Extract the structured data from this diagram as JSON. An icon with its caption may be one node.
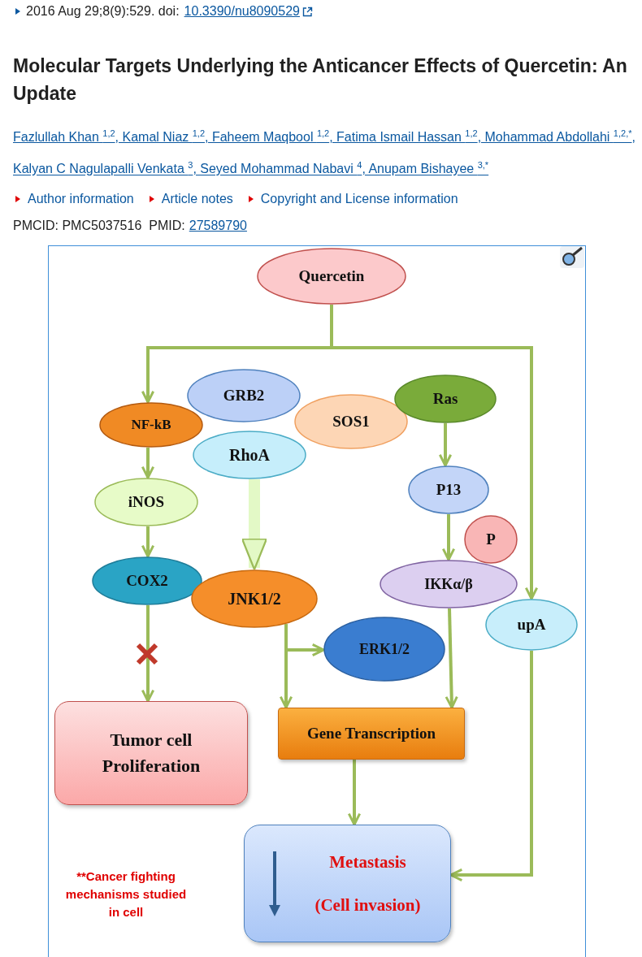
{
  "diagram": {
    "title": "Molecular Targets Underlying the Anticancer Effects of Quercetin: An Update",
    "nodes": [
      {
        "text": [
          "Quercetin"
        ]
      },
      {
        "text": [
          "GRB2"
        ]
      },
      {
        "text": [
          "NF-kB"
        ]
      },
      {
        "text": [
          "SOS1"
        ]
      },
      {
        "text": [
          "Ras"
        ]
      },
      {
        "text": [
          "RhoA"
        ]
      },
      {
        "text": [
          "iNOS"
        ]
      },
      {
        "text": [
          "P13"
        ]
      },
      {
        "text": [
          "P"
        ]
      },
      {
        "text": [
          "COX2"
        ]
      },
      {
        "text": [
          "JNK1/2"
        ]
      },
      {
        "text": [
          "IKKα/β"
        ]
      },
      {
        "text": [
          "upA"
        ]
      },
      {
        "text": [
          "ERK1/2"
        ]
      },
      {
        "text": [
          "Tumor cell Proliferation"
        ]
      },
      {
        "text": [
          "Gene Transcription"
        ]
      },
      {
        "text": [
          "Metastasis",
          "(Cell invasion)"
        ]
      }
    ],
    "edges": [
      {
        "from": 0,
        "to": 2,
        "arrow": "to"
      },
      {
        "from": 0,
        "to": 12,
        "arrow": "to"
      },
      {
        "from": 2,
        "to": 6,
        "arrow": "to"
      },
      {
        "from": 6,
        "to": 9,
        "arrow": "to"
      },
      {
        "from": 9,
        "to": 14,
        "arrow": "to"
      },
      {
        "from": 5,
        "to": 10,
        "arrow": "to",
        "style": "thick",
        "color": "#e3f9c6"
      },
      {
        "from": 4,
        "to": 7,
        "arrow": "to"
      },
      {
        "from": 7,
        "to": 11,
        "arrow": "to"
      },
      {
        "from": 10,
        "to": 13,
        "arrow": "to"
      },
      {
        "from": 10,
        "to": 15,
        "arrow": "to"
      },
      {
        "from": 11,
        "to": 15,
        "arrow": "to"
      },
      {
        "from": 15,
        "to": 16,
        "arrow": "to"
      },
      {
        "from": 12,
        "to": 16,
        "arrow": "to"
      }
    ],
    "labels": [
      "2016 Aug 29;8(9):529. doi:",
      "10.3390/nu8090529",
      "Fazlullah Khan $^{1,2}$, Kamal Niaz $^{1,2}$, Faheem Maqbool $^{1,2}$, Fatima Ismail Hassan $^{1,2}$, Mohammad Abdollahi $^{1,2,*}$, Kalyan C Nagulapalli Venkata $^{3}$, Seyed Mohammad Nabavi $^{4}$, Anupam Bishayee $^{3,*}$",
      "Author information",
      "Article notes",
      "Copyright and License information",
      "PMCID: PMC5037516",
      "PMID:",
      "27589790",
      "**Cancer fighting mechanisms studied in cell"
    ]
  }
}
